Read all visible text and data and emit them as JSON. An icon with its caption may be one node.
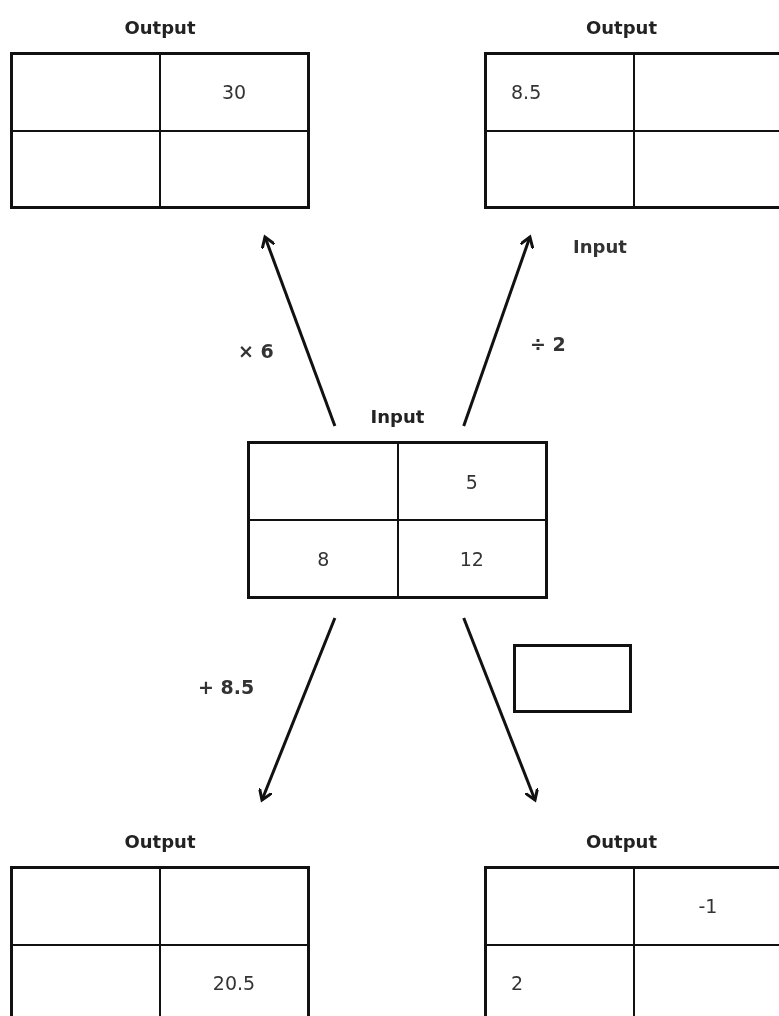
{
  "diagram": {
    "nodes": [
      {
        "text": [
          "Output"
        ]
      },
      {
        "text": [],
        "shape": "box",
        "in": 0
      },
      {
        "text": [
          "30"
        ],
        "in": 0
      },
      {
        "text": [],
        "shape": "box",
        "in": 0
      },
      {
        "text": [],
        "shape": "box",
        "in": 0
      },
      {
        "text": [
          "Output"
        ]
      },
      {
        "text": [
          "8.5"
        ],
        "in": 5
      },
      {
        "text": [],
        "shape": "box",
        "in": 5
      },
      {
        "text": [],
        "shape": "box",
        "in": 5
      },
      {
        "text": [],
        "shape": "box",
        "in": 5
      },
      {
        "text": [
          "Input"
        ]
      },
      {
        "text": [],
        "shape": "box",
        "in": 10
      },
      {
        "text": [
          "5"
        ],
        "in": 10
      },
      {
        "text": [
          "8"
        ],
        "in": 10
      },
      {
        "text": [
          "12"
        ],
        "in": 10
      },
      {
        "text": [],
        "shape": "box"
      },
      {
        "text": [
          "Output"
        ]
      },
      {
        "text": [],
        "shape": "box",
        "in": 16
      },
      {
        "text": [],
        "shape": "box",
        "in": 16
      },
      {
        "text": [],
        "shape": "box",
        "in": 16
      },
      {
        "text": [
          "20.5"
        ],
        "in": 16
      },
      {
        "text": [
          "Output"
        ]
      },
      {
        "text": [],
        "shape": "box",
        "in": 21
      },
      {
        "text": [
          "-1"
        ],
        "in": 21
      },
      {
        "text": [
          "2"
        ],
        "in": 21
      },
      {
        "text": [],
        "shape": "box",
        "in": 21
      }
    ],
    "edges": [
      {
        "from": 10,
        "to": 0,
        "arrow": "to",
        "label": "× 6"
      },
      {
        "from": 10,
        "to": 5,
        "arrow": "to",
        "label": "÷ 2"
      },
      {
        "from": 10,
        "to": 16,
        "arrow": "to",
        "label": "+ 8.5"
      },
      {
        "from": 10,
        "to": 21,
        "arrow": "to"
      }
    ],
    "labels": [
      "Input"
    ]
  }
}
